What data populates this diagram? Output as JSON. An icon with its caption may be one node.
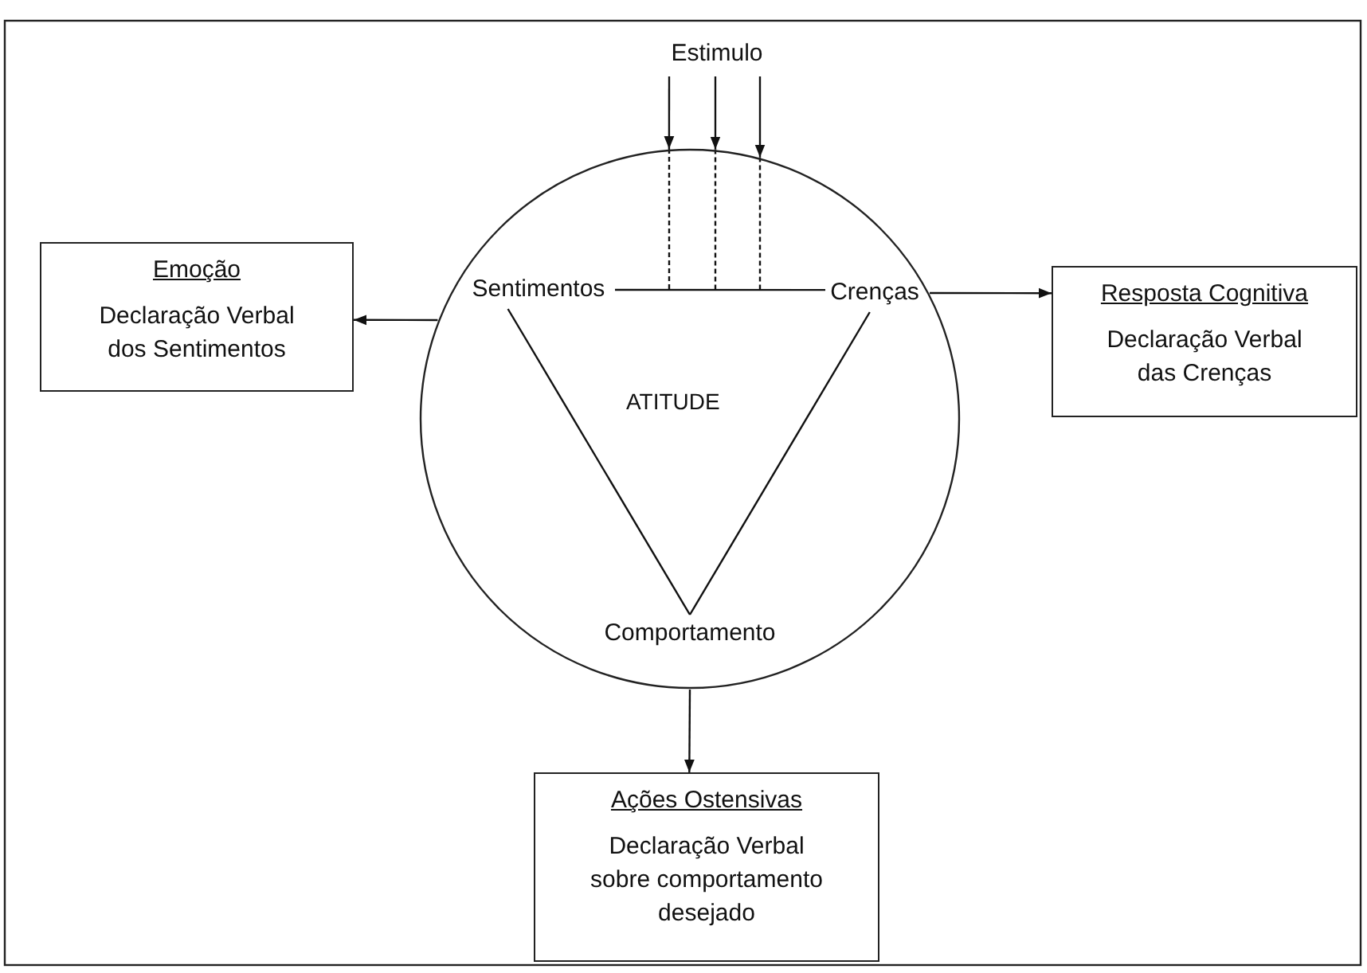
{
  "diagram": {
    "nodes": [
      {
        "text": [
          "Estimulo"
        ]
      },
      {
        "text": [
          "ATITUDE"
        ]
      },
      {
        "text": [
          "Sentimentos"
        ],
        "in": 1
      },
      {
        "text": [
          "Crenças"
        ],
        "in": 1
      },
      {
        "text": [
          "Comportamento"
        ],
        "in": 1
      },
      {
        "text": [
          "Emoção",
          "Declaração Verbal dos Sentimentos"
        ]
      },
      {
        "text": [
          "Resposta Cognitiva",
          "Declaração Verbal das Crenças"
        ]
      },
      {
        "text": [
          "Ações Ostensivas",
          "Declaração Verbal sobre comportamento desejado"
        ]
      }
    ],
    "edges": [
      {
        "from": 0,
        "to": 1,
        "arrow": "to"
      },
      {
        "from": 0,
        "to": 1,
        "arrow": "to"
      },
      {
        "from": 0,
        "to": 1,
        "arrow": "to"
      },
      {
        "from": 2,
        "to": 3,
        "arrow": "none"
      },
      {
        "from": 2,
        "to": 4,
        "arrow": "none"
      },
      {
        "from": 3,
        "to": 4,
        "arrow": "none"
      },
      {
        "from": 1,
        "to": 5,
        "arrow": "to"
      },
      {
        "from": 1,
        "to": 6,
        "arrow": "to"
      },
      {
        "from": 1,
        "to": 7,
        "arrow": "to"
      }
    ]
  }
}
